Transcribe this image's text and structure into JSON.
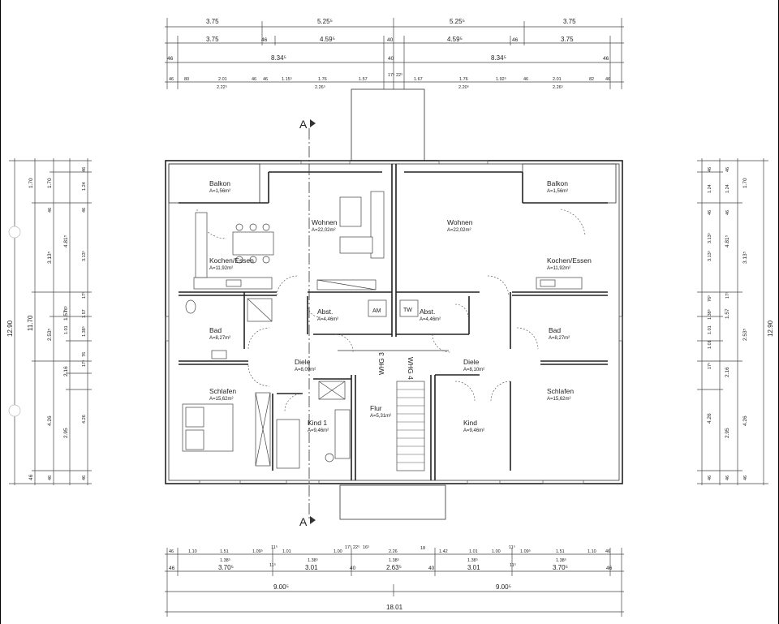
{
  "rooms": {
    "left_balkon": {
      "name": "Balkon",
      "area": "A=1,56m²"
    },
    "left_wohnen": {
      "name": "Wohnen",
      "area": "A=22,02m²"
    },
    "left_kochen": {
      "name": "Kochen/Essen",
      "area": "A=11,92m²"
    },
    "left_bad": {
      "name": "Bad",
      "area": "A=8,27m²"
    },
    "left_abst": {
      "name": "Abst.",
      "area": "A=4,46m²"
    },
    "left_diele": {
      "name": "Diele",
      "area": "A=8,09m²"
    },
    "left_schlafen": {
      "name": "Schlafen",
      "area": "A=15,62m²"
    },
    "left_kind": {
      "name": "Kind 1",
      "area": "A=9,46m²"
    },
    "flur": {
      "name": "Flur",
      "area": "A=5,31m²"
    },
    "right_balkon": {
      "name": "Balkon",
      "area": "A=1,56m²"
    },
    "right_wohnen": {
      "name": "Wohnen",
      "area": "A=22,02m²"
    },
    "right_kochen": {
      "name": "Kochen/Essen",
      "area": "A=11,92m²"
    },
    "right_bad": {
      "name": "Bad",
      "area": "A=8,27m²"
    },
    "right_abst": {
      "name": "Abst.",
      "area": "A=4,46m²"
    },
    "right_diele": {
      "name": "Diele",
      "area": "A=8,10m²"
    },
    "right_schlafen": {
      "name": "Schlafen",
      "area": "A=15,62m²"
    },
    "right_kind": {
      "name": "Kind",
      "area": "A=9,46m²"
    }
  },
  "unit_labels": {
    "whg3": "WHG 3",
    "whg4": "WHG 4"
  },
  "appliances": {
    "am": "AM",
    "tw": "TW"
  },
  "section_marker": "A",
  "top_dims": {
    "row1": [
      "3.75",
      "5.25⁵",
      "5.25⁵",
      "3.75"
    ],
    "row2": [
      "3.75",
      "46",
      "4.59⁵",
      "40",
      "4.59⁵",
      "46",
      "3.75"
    ],
    "row3": [
      "46",
      "8.34⁵",
      "40",
      "8.34⁵",
      "46"
    ],
    "row4": [
      "46",
      "80",
      "2.01",
      "46",
      "46",
      "1.15⁵",
      "1.76",
      "1.57",
      "17⁵",
      "22⁵",
      "1.67",
      "1.76",
      "1.92⁵",
      "46",
      "2.01",
      "82",
      "46"
    ],
    "row4_sub": [
      "2.22⁵",
      "2.26⁵",
      "2.20⁵",
      "2.26⁵"
    ]
  },
  "bottom_dims": {
    "row1": [
      "46",
      "1.10",
      "1.51",
      "1.09⁵",
      "11⁵",
      "1.01",
      "1.00",
      "17⁵",
      "22⁵",
      "16⁵",
      "2.26",
      "18",
      "1.42",
      "1.01",
      "1.00",
      "11⁵",
      "1.09⁵",
      "1.51",
      "1.10",
      "46"
    ],
    "row1_sub": [
      "1.38⁵",
      "1.38⁵",
      "1.38⁵",
      "1.38⁵",
      "1.38⁵"
    ],
    "row2": [
      "46",
      "3.70⁵",
      "11⁵",
      "3.01",
      "40",
      "2.63⁵",
      "40",
      "3.01",
      "11⁵",
      "3.70⁵",
      "46"
    ],
    "row3": [
      "9.00⁵",
      "9.00⁵"
    ],
    "row4": [
      "18.01"
    ]
  },
  "left_dims": {
    "outer": [
      "12.90"
    ],
    "c2": [
      "11.70"
    ],
    "c3": [
      "1.70",
      "3.13⁵",
      "2.53⁵",
      "4.26",
      "46"
    ],
    "c4": [
      "1.70",
      "46",
      "4.81⁵",
      "1.57",
      "2.16",
      "2.95",
      "46"
    ],
    "c5": [
      "46",
      "1.24",
      "46",
      "3.13⁵",
      "17⁵",
      "1.57",
      "76⁵",
      "1.01",
      "1.38⁵",
      "17⁵",
      "76",
      "4.26",
      "46"
    ]
  },
  "right_dims": {
    "outer": [
      "12.90"
    ],
    "c2": [
      "1.70",
      "3.13⁵",
      "2.53⁵",
      "4.26",
      "46"
    ],
    "c3": [
      "46",
      "1.24",
      "46",
      "4.81⁵",
      "3.13⁵",
      "17⁵",
      "1.57",
      "1.01",
      "2.16",
      "2.95",
      "46"
    ],
    "c4": [
      "46",
      "1.24",
      "46",
      "3.13⁵",
      "76⁵",
      "1.38⁵",
      "1.01",
      "17⁵",
      "4.26",
      "46"
    ]
  }
}
